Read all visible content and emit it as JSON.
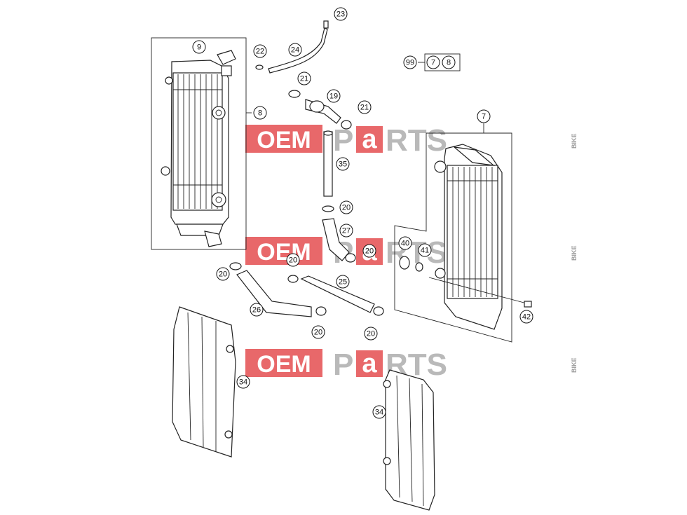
{
  "watermark": {
    "oem": "OEM",
    "bike": "BIKE",
    "p": "P",
    "a": "a",
    "rts": "RTS",
    "red": "#e8686a",
    "gray": "#b9b9b9"
  },
  "callouts": [
    {
      "id": "c23",
      "label": "23"
    },
    {
      "id": "c22",
      "label": "22"
    },
    {
      "id": "c24",
      "label": "24"
    },
    {
      "id": "c9",
      "label": "9"
    },
    {
      "id": "c99",
      "label": "99"
    },
    {
      "id": "c7a",
      "label": "7"
    },
    {
      "id": "c8a",
      "label": "8"
    },
    {
      "id": "c21a",
      "label": "21"
    },
    {
      "id": "c19",
      "label": "19"
    },
    {
      "id": "c21b",
      "label": "21"
    },
    {
      "id": "c8",
      "label": "8"
    },
    {
      "id": "c7",
      "label": "7"
    },
    {
      "id": "c35",
      "label": "35"
    },
    {
      "id": "c20a",
      "label": "20"
    },
    {
      "id": "c27",
      "label": "27"
    },
    {
      "id": "c20b",
      "label": "20"
    },
    {
      "id": "c40",
      "label": "40"
    },
    {
      "id": "c41",
      "label": "41"
    },
    {
      "id": "c20c",
      "label": "20"
    },
    {
      "id": "c20d",
      "label": "20"
    },
    {
      "id": "c25",
      "label": "25"
    },
    {
      "id": "c26",
      "label": "26"
    },
    {
      "id": "c42",
      "label": "42"
    },
    {
      "id": "c20e",
      "label": "20"
    },
    {
      "id": "c20f",
      "label": "20"
    },
    {
      "id": "c34a",
      "label": "34"
    },
    {
      "id": "c34b",
      "label": "34"
    }
  ]
}
